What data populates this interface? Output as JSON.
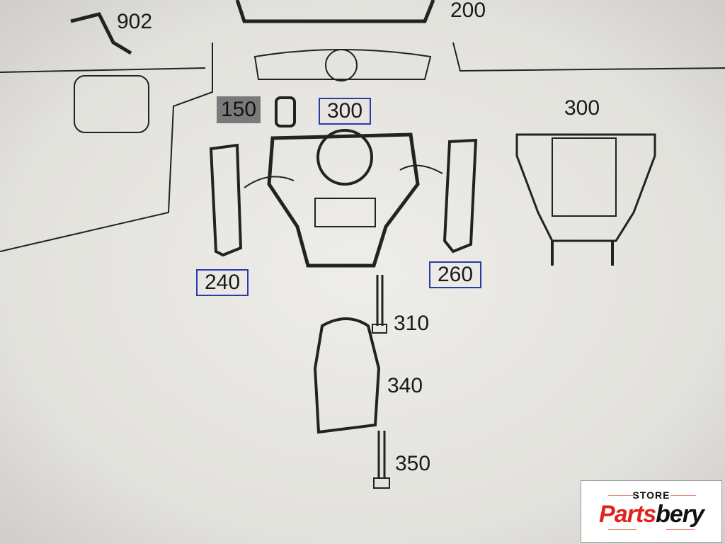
{
  "labels": {
    "l902": "902",
    "l200": "200",
    "l150": "150",
    "l300_boxed": "300",
    "l300": "300",
    "l240": "240",
    "l260": "260",
    "l310": "310",
    "l340": "340",
    "l350": "350"
  },
  "logo": {
    "store": "STORE",
    "brand_part1": "Parts",
    "brand_part2": "bery"
  },
  "colors": {
    "box_border": "#2a3aa8",
    "brand_red": "#e0231c"
  }
}
